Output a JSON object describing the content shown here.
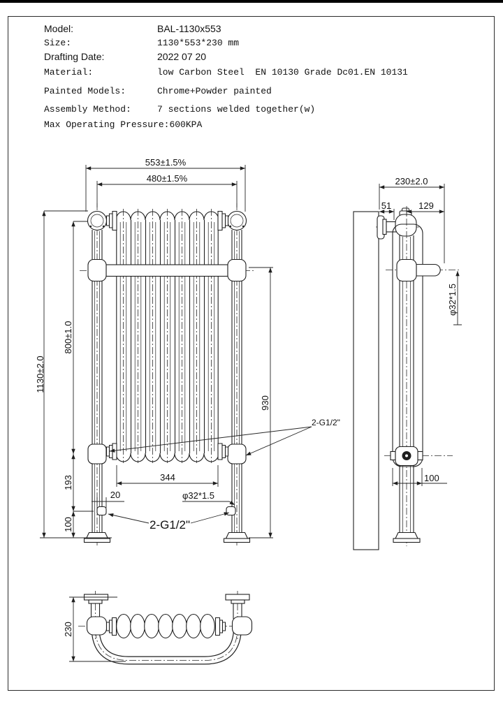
{
  "title_block": {
    "rows": [
      {
        "label": "Model:",
        "value": "BAL-1130x553"
      },
      {
        "label": "Size:",
        "value": "1130*553*230 mm"
      },
      {
        "label": "Drafting Date:",
        "value": "2022 07 20"
      },
      {
        "label": "Material:",
        "value": "low Carbon Steel  EN 10130 Grade Dc01.EN 10131"
      },
      {
        "label": "Painted Models:",
        "value": "Chrome+Powder painted"
      },
      {
        "label": "Assembly Method:",
        "value": "7 sections welded together(w)"
      },
      {
        "label": "Max Operating Pressure:",
        "value": "600KPA"
      }
    ]
  },
  "front_view": {
    "dim_width_outer": "553±1.5%",
    "dim_width_inner": "480±1.5%",
    "dim_height_overall": "1130±2.0",
    "dim_height_columns": "800±1.0",
    "dim_rail_to_floor": "930",
    "dim_joint_to_port": "193",
    "dim_port_to_floor": "100",
    "dim_columns_width": "344",
    "dim_port_offset": "20",
    "dim_pipe": "φ32*1.5",
    "label_thread_mid": "2-G1/2\"",
    "label_thread_bottom": "2-G1/2\""
  },
  "side_view": {
    "dim_depth": "230±2.0",
    "dim_wall_offset": "51",
    "dim_rail_reach": "129",
    "dim_pipe": "φ32*1.5",
    "dim_section_depth": "100"
  },
  "top_view": {
    "dim_depth": "230"
  },
  "colors": {
    "line": "#1f1f1f",
    "background": "#ffffff",
    "top_bar": "#000000"
  }
}
